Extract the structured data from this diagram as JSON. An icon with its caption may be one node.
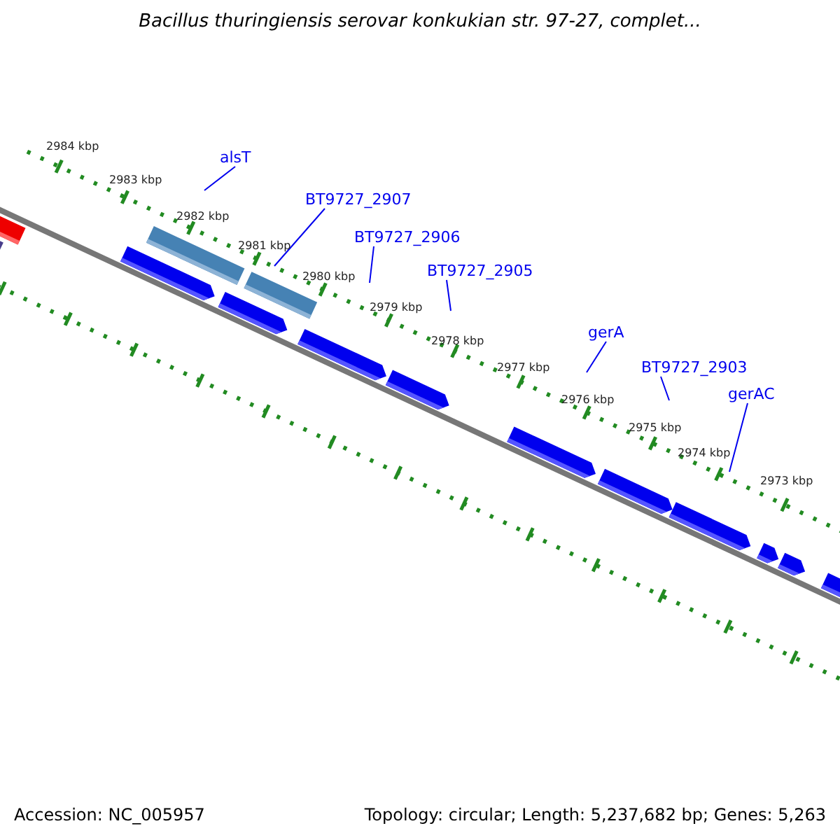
{
  "diagram": {
    "title": "Bacillus thuringiensis serovar konkukian str. 97-27, complet...",
    "nodes": [
      {
        "text": [
          "alsT"
        ]
      },
      {
        "text": [
          "BT9727_2907"
        ]
      },
      {
        "text": [
          "BT9727_2906"
        ]
      },
      {
        "text": [
          "BT9727_2905"
        ]
      },
      {
        "text": [
          "gerA"
        ]
      },
      {
        "text": [
          "BT9727_2903"
        ]
      },
      {
        "text": [
          "gerAC"
        ]
      }
    ],
    "edges": [
      {
        "from": 0,
        "to": null,
        "arrow": "none"
      },
      {
        "from": 1,
        "to": null,
        "arrow": "none"
      },
      {
        "from": 2,
        "to": null,
        "arrow": "none"
      },
      {
        "from": 3,
        "to": null,
        "arrow": "none"
      },
      {
        "from": 4,
        "to": null,
        "arrow": "none"
      },
      {
        "from": 5,
        "to": null,
        "arrow": "none"
      },
      {
        "from": 6,
        "to": null,
        "arrow": "none"
      }
    ],
    "labels": [
      "2984 kbp",
      "2983 kbp",
      "2982 kbp",
      "2981 kbp",
      "2980 kbp",
      "2979 kbp",
      "2978 kbp",
      "2977 kbp",
      "2976 kbp",
      "2975 kbp",
      "2974 kbp",
      "2973 kbp",
      "Accession: NC_005957",
      "Topology: circular; Length: 5,237,682 bp; Genes: 5,263"
    ]
  }
}
